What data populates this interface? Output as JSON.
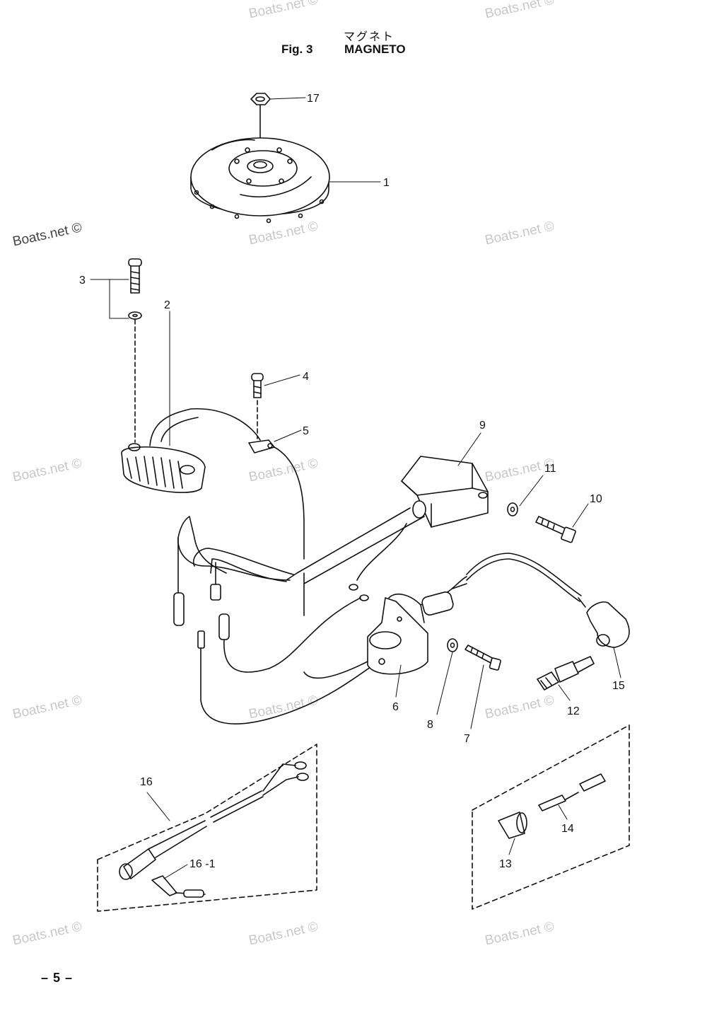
{
  "header": {
    "title_jp": "マグネト",
    "fig_label": "Fig. 3",
    "fig_title": "MAGNETO"
  },
  "page_number": "– 5 –",
  "watermark": "Boats.net ©",
  "callouts": {
    "c1": "1",
    "c2": "2",
    "c3": "3",
    "c4": "4",
    "c5": "5",
    "c6": "6",
    "c7": "7",
    "c8": "8",
    "c9": "9",
    "c10": "10",
    "c11": "11",
    "c12": "12",
    "c13": "13",
    "c14": "14",
    "c15": "15",
    "c16": "16",
    "c16_1": "16 -1",
    "c17": "17"
  }
}
